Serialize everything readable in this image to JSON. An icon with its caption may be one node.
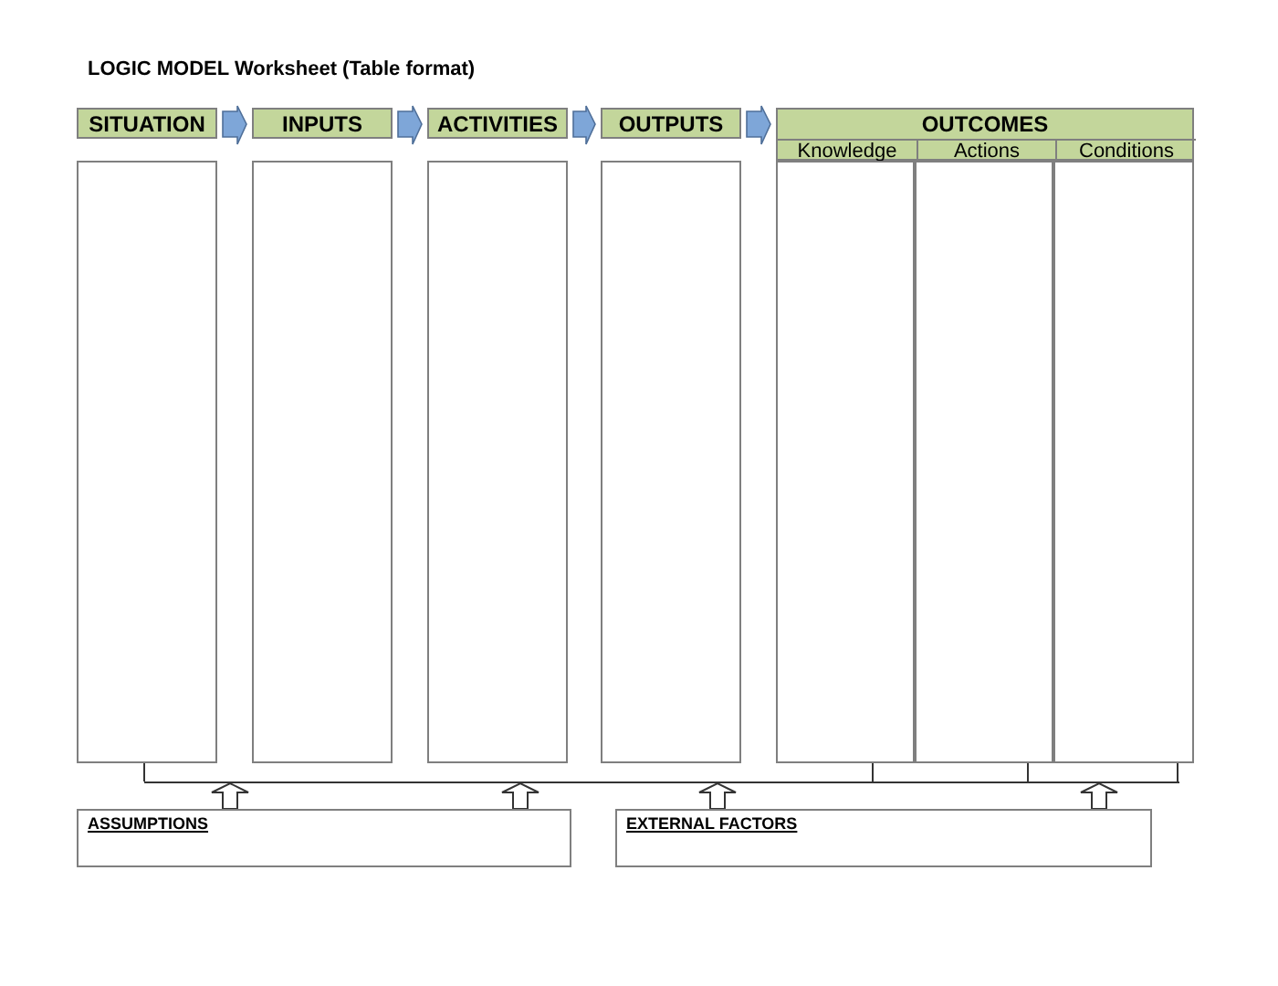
{
  "diagram": {
    "title": "LOGIC MODEL Worksheet (Table format)",
    "nodes": [
      {
        "text": [
          "SITUATION"
        ]
      },
      {
        "text": [
          "INPUTS"
        ]
      },
      {
        "text": [
          "ACTIVITIES"
        ]
      },
      {
        "text": [
          "OUTPUTS"
        ]
      },
      {
        "text": [
          "OUTCOMES"
        ]
      },
      {
        "text": [
          "Knowledge"
        ],
        "in": 4
      },
      {
        "text": [
          "Actions"
        ],
        "in": 4
      },
      {
        "text": [
          "Conditions"
        ],
        "in": 4
      },
      {
        "text": [],
        "shape": "box"
      },
      {
        "text": [],
        "shape": "box"
      },
      {
        "text": [],
        "shape": "box"
      },
      {
        "text": [],
        "shape": "box"
      },
      {
        "text": [],
        "shape": "box"
      },
      {
        "text": [],
        "shape": "box"
      },
      {
        "text": [],
        "shape": "box"
      },
      {
        "text": [
          "ASSUMPTIONS"
        ]
      },
      {
        "text": [
          "EXTERNAL FACTORS"
        ]
      },
      {
        "text": [],
        "shape": "bar"
      }
    ],
    "edges": [
      {
        "from": 0,
        "to": 1,
        "arrow": "to",
        "style": "thick",
        "color": "#7ea6d8"
      },
      {
        "from": 1,
        "to": 2,
        "arrow": "to",
        "style": "thick",
        "color": "#7ea6d8"
      },
      {
        "from": 2,
        "to": 3,
        "arrow": "to",
        "style": "thick",
        "color": "#7ea6d8"
      },
      {
        "from": 3,
        "to": 4,
        "arrow": "to",
        "style": "thick",
        "color": "#7ea6d8"
      },
      {
        "from": 15,
        "to": 17,
        "arrow": "to"
      },
      {
        "from": 15,
        "to": 17,
        "arrow": "to"
      },
      {
        "from": 16,
        "to": 17,
        "arrow": "to"
      },
      {
        "from": 16,
        "to": 17,
        "arrow": "to"
      },
      {
        "from": 8,
        "to": 17,
        "arrow": "none"
      },
      {
        "from": 12,
        "to": 17,
        "arrow": "none"
      },
      {
        "from": 13,
        "to": 17,
        "arrow": "none"
      },
      {
        "from": 14,
        "to": 17,
        "arrow": "none"
      }
    ]
  }
}
